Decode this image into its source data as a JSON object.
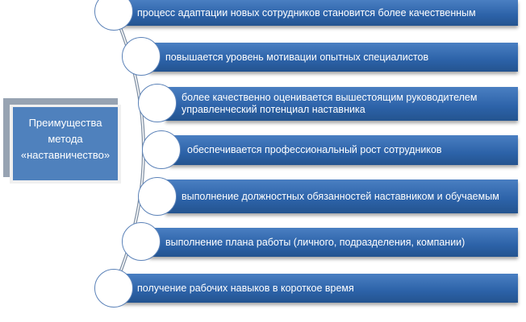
{
  "title": [
    "Преимущества",
    "метода",
    "«наставничество»"
  ],
  "items": [
    "процесс адаптации новых сотрудников становится более качественным",
    "повышается уровень мотивации опытных специалистов",
    "более качественно оценивается вышестоящим руководителем управленческий потенциал наставника",
    "обеспечивается профессиональный рост сотрудников",
    "выполнение должностных обязанностей наставником и обучаемым",
    "выполнение плана работы (личного, подразделения, компании)",
    "получение рабочих навыков в короткое время"
  ]
}
